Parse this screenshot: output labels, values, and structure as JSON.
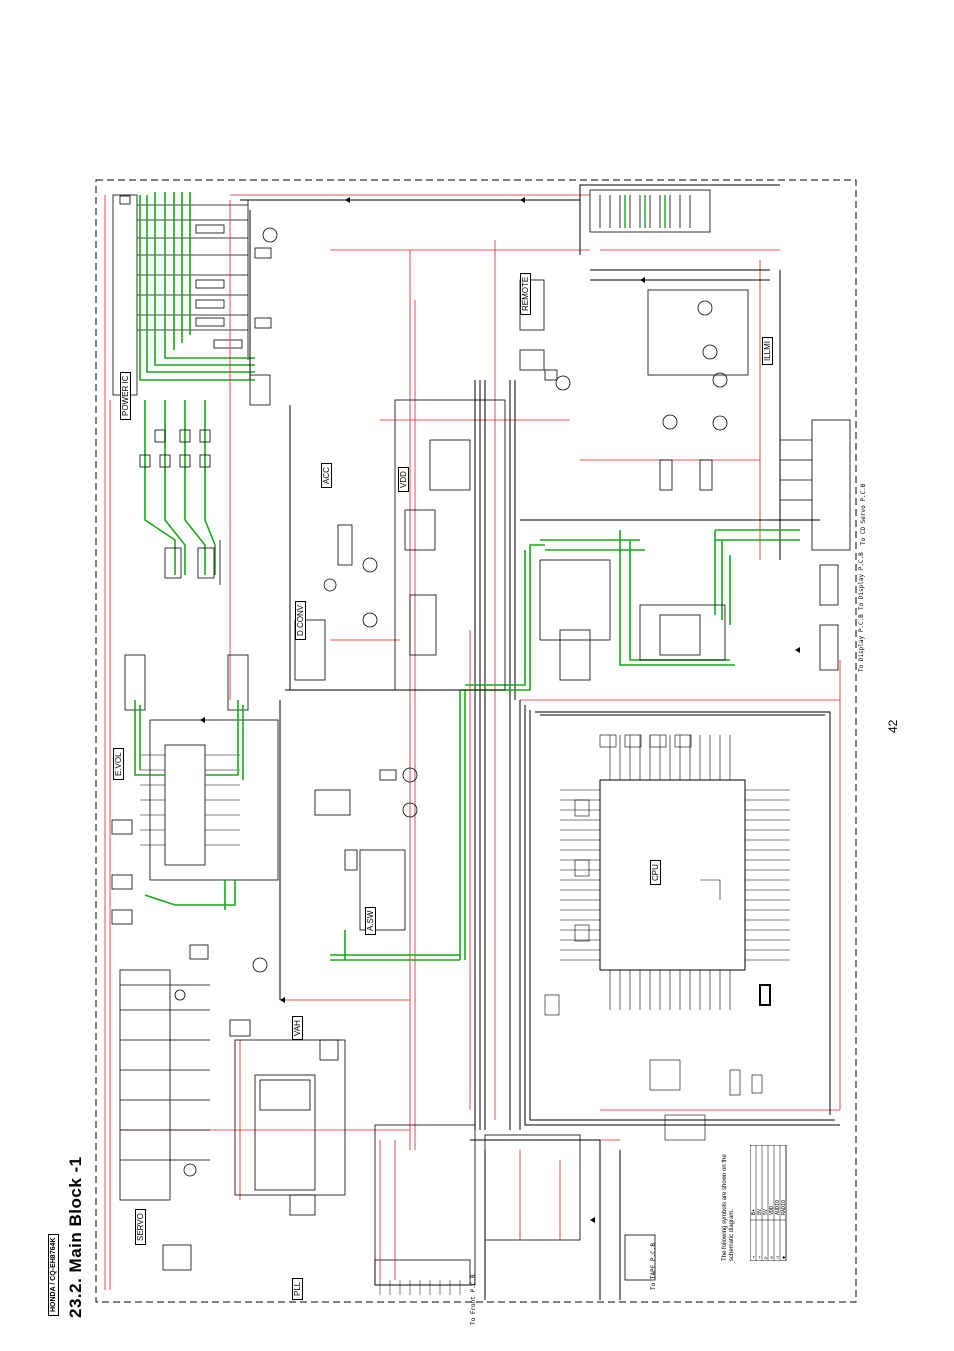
{
  "document": {
    "model": "HONDA / CQ-EH8764K",
    "section_title": "23.2.  Main Block -1",
    "page_number": "42"
  },
  "blocks": [
    {
      "id": "power-ic",
      "label": "POWER IC"
    },
    {
      "id": "e-vol",
      "label": "E.VOL"
    },
    {
      "id": "servo",
      "label": "SERVO"
    },
    {
      "id": "pll",
      "label": "PLL"
    },
    {
      "id": "vah",
      "label": "VAH"
    },
    {
      "id": "acc",
      "label": "ACC"
    },
    {
      "id": "vdd",
      "label": "VDD"
    },
    {
      "id": "dconv",
      "label": "D.CONV"
    },
    {
      "id": "a-sw",
      "label": "A.SW"
    },
    {
      "id": "remote",
      "label": "REMOTE"
    },
    {
      "id": "ill",
      "label": "ILLMI"
    },
    {
      "id": "cpu",
      "label": "CPU"
    }
  ],
  "connectors": [
    {
      "id": "cn-display-1",
      "label": "To Display P.C.B"
    },
    {
      "id": "cn-display-2",
      "label": "To Display P.C.B"
    },
    {
      "id": "cn-cd-servo",
      "label": "To CD Servo P.C.B"
    },
    {
      "id": "cn-tape",
      "label": "To TAPE P.C.B"
    },
    {
      "id": "cn-front",
      "label": "To Front P.C.B"
    }
  ],
  "legend": {
    "note": "The following symbols are shown on the schematic diagram.",
    "rows": [
      {
        "symbol": "→",
        "label": "B+"
      },
      {
        "symbol": "⇒",
        "label": "8V"
      },
      {
        "symbol": "▷",
        "label": "5V"
      },
      {
        "symbol": "◇",
        "label": "VDD"
      },
      {
        "symbol": "◁",
        "label": "AUDIO"
      },
      {
        "symbol": "◆",
        "label": "RADIO"
      }
    ]
  },
  "colors": {
    "ink": "#000000",
    "signal_green": "#18a818",
    "power_red": "#e02020",
    "background": "#ffffff"
  }
}
